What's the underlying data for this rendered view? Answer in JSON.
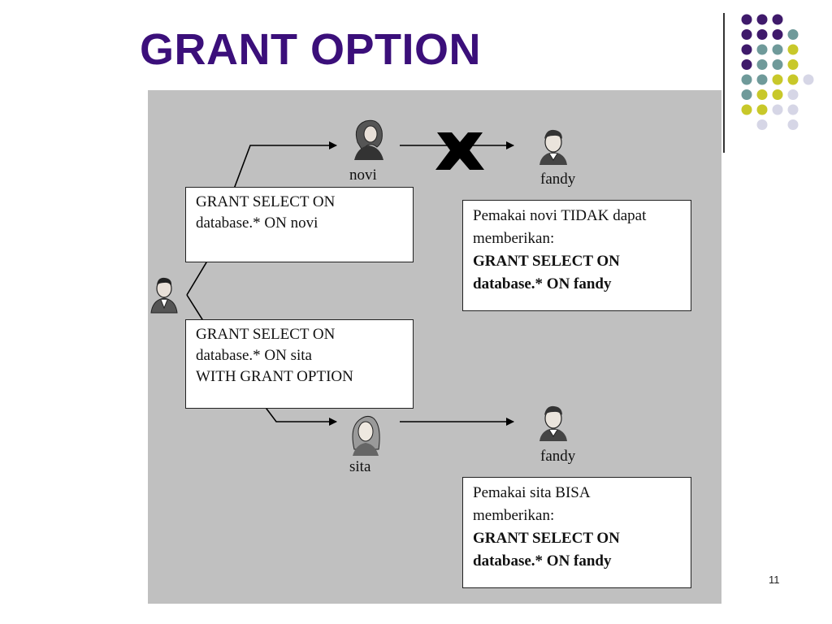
{
  "slide": {
    "title": "GRANT OPTION",
    "page_number": "11"
  },
  "diagram": {
    "labels": {
      "novi": "novi",
      "fandy_top": "fandy",
      "sita": "sita",
      "fandy_bottom": "fandy"
    },
    "box_grant_novi": {
      "line1": "GRANT SELECT ON",
      "line2": "database.* ON novi"
    },
    "box_grant_sita": {
      "line1": "GRANT SELECT ON",
      "line2": "database.* ON sita",
      "line3": "WITH GRANT OPTION"
    },
    "box_novi_note": {
      "line1": "Pemakai novi TIDAK dapat",
      "line2": "memberikan:",
      "line3": "GRANT SELECT ON",
      "line4": "database.* ON fandy"
    },
    "box_sita_note": {
      "line1": "Pemakai sita BISA",
      "line2": "memberikan:",
      "line3": "GRANT SELECT ON",
      "line4": "database.* ON fandy"
    }
  },
  "decoration": {
    "dot_colors": [
      "#3f1a6b",
      "#6f9a9a",
      "#c8c82a",
      "#d6d6e6"
    ]
  }
}
